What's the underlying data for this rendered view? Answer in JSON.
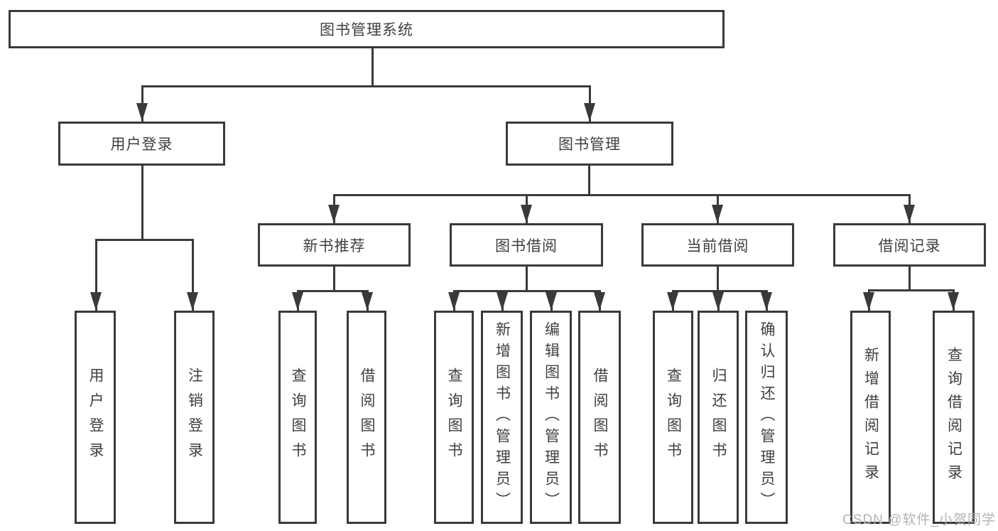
{
  "diagram": {
    "title": "图书管理系统",
    "type": "function-structure-tree",
    "tree": {
      "root": "图书管理系统",
      "children": [
        {
          "label": "用户登录",
          "children": [
            "用户登录",
            "注销登录"
          ]
        },
        {
          "label": "图书管理",
          "children": [
            {
              "label": "新书推荐",
              "children": [
                "查询图书",
                "借阅图书"
              ]
            },
            {
              "label": "图书借阅",
              "children": [
                "查询图书",
                "新增图书（管理员）",
                "编辑图书（管理员）",
                "借阅图书"
              ]
            },
            {
              "label": "当前借阅",
              "children": [
                "查询图书",
                "归还图书",
                "确认归还（管理员）"
              ]
            },
            {
              "label": "借阅记录",
              "children": [
                "新增借阅记录",
                "查询借阅记录"
              ]
            }
          ]
        }
      ]
    },
    "colors": {
      "line": "#3a3a3a",
      "text": "#3f3f3f",
      "background": "#ffffff",
      "watermark": "#b2b2b5"
    }
  },
  "watermark": {
    "text": "CSDN @软件_小贺同学"
  }
}
